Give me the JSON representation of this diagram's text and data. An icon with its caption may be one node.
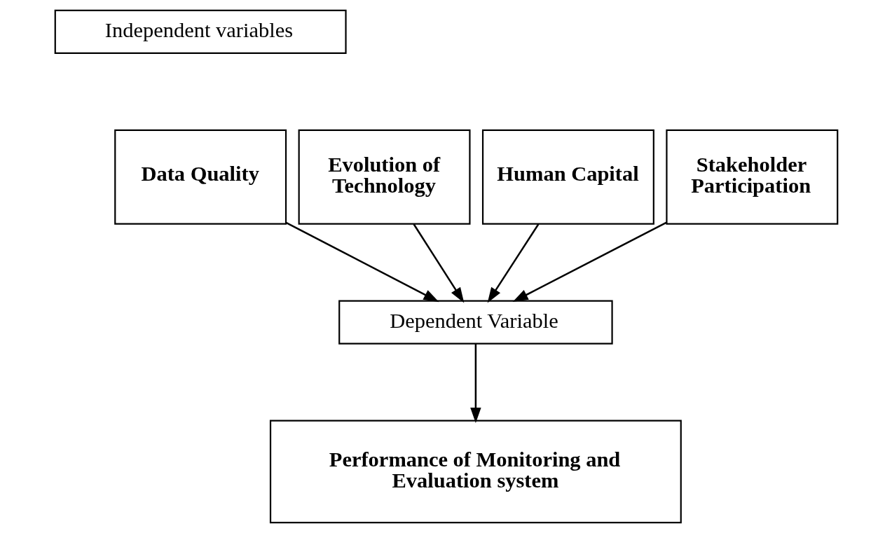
{
  "diagram": {
    "nodes": [
      {
        "text": [
          "Independent variables"
        ]
      },
      {
        "text": [
          "Evolution of Technology"
        ]
      },
      {
        "text": [
          "Data Quality"
        ]
      },
      {
        "text": [
          "Human Capital"
        ]
      },
      {
        "text": [
          "Stakeholder Participation"
        ]
      },
      {
        "text": [
          "Dependent Variable"
        ]
      },
      {
        "text": [
          "Performance of Monitoring and Evaluation system"
        ]
      }
    ],
    "edges": [
      {
        "from": 1,
        "to": 5,
        "arrow": "to"
      },
      {
        "from": 2,
        "to": 5,
        "arrow": "to"
      },
      {
        "from": 3,
        "to": 5,
        "arrow": "to"
      },
      {
        "from": 4,
        "to": 5,
        "arrow": "to"
      },
      {
        "from": 5,
        "to": 6,
        "arrow": "to"
      }
    ]
  }
}
